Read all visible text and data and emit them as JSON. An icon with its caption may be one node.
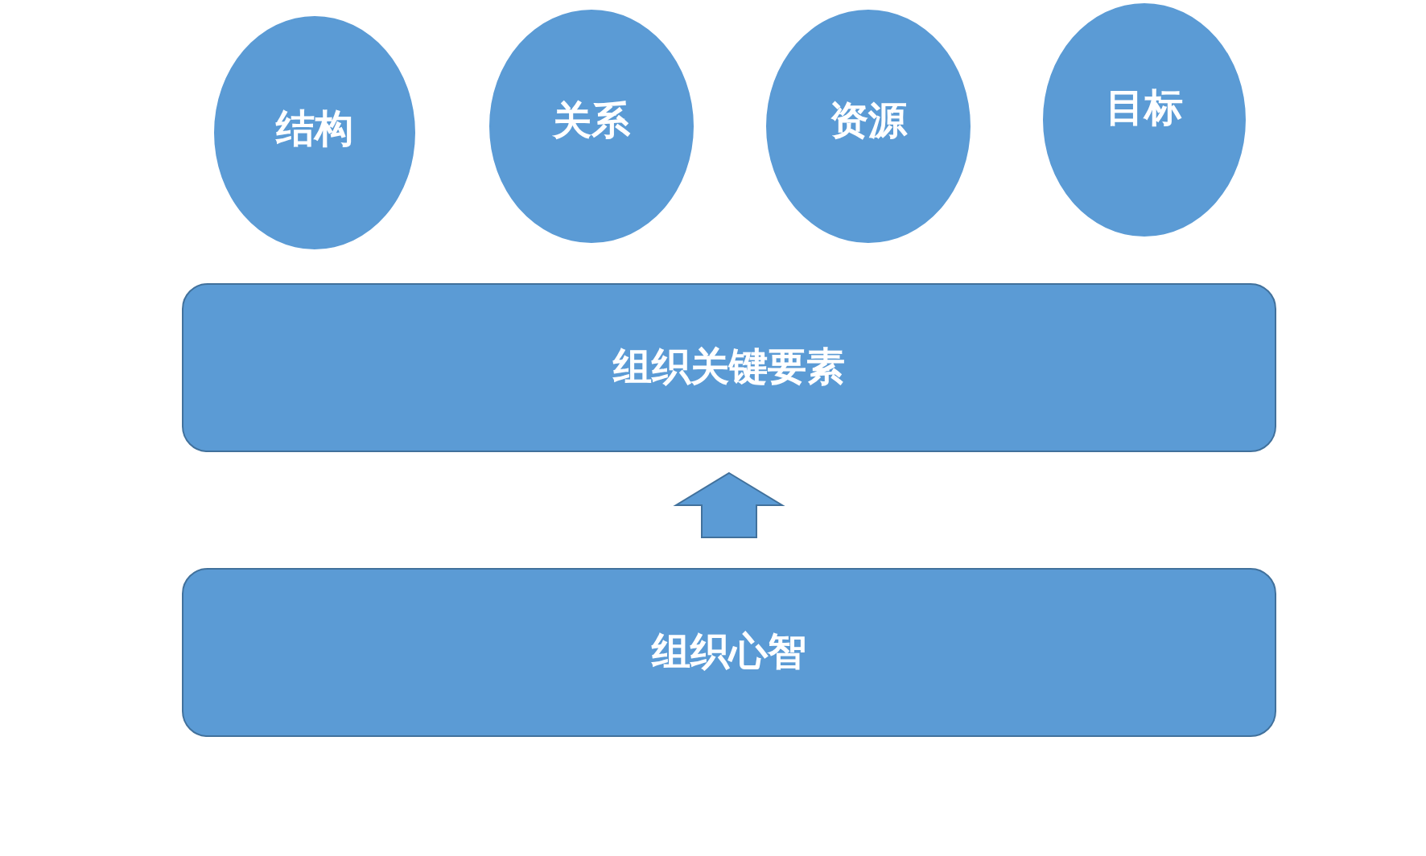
{
  "diagram": {
    "nodes": [
      {
        "text": [
          "结构"
        ]
      },
      {
        "text": [
          "关系"
        ]
      },
      {
        "text": [
          "资源"
        ]
      },
      {
        "text": [
          "目标"
        ]
      },
      {
        "text": [
          "组织关键要素"
        ]
      },
      {
        "text": [
          "组织心智"
        ]
      }
    ],
    "edges": [
      {
        "from": 5,
        "to": 4,
        "arrow": "to"
      }
    ]
  }
}
